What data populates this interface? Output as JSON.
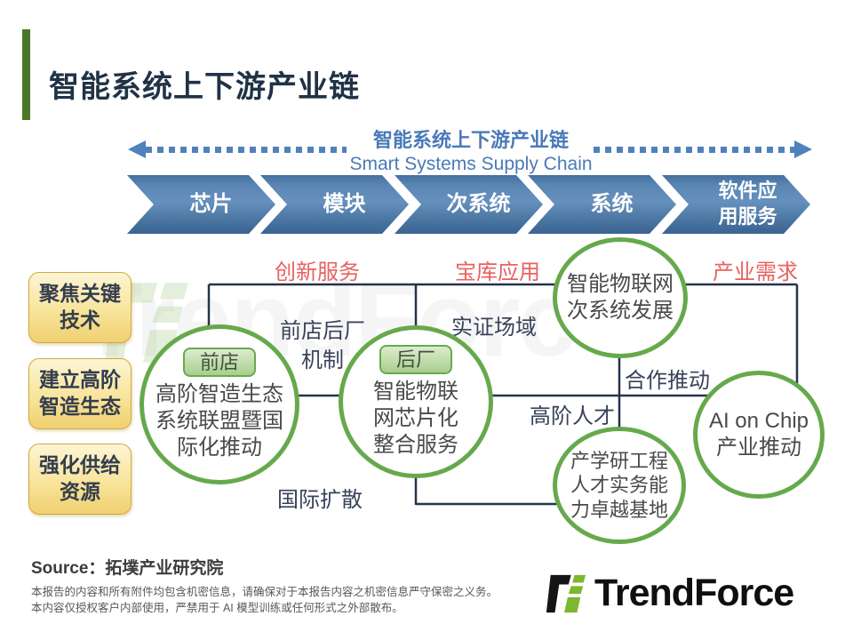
{
  "page": {
    "title": "智能系统上下游产业链"
  },
  "supply_chain": {
    "label_zh": "智能系统上下游产业链",
    "label_en": "Smart Systems Supply Chain",
    "stages": [
      {
        "label": "芯片"
      },
      {
        "label": "模块"
      },
      {
        "label": "次系统"
      },
      {
        "label": "系统"
      },
      {
        "label": "软件应用服务"
      }
    ]
  },
  "category_labels": [
    {
      "text": "创新服务"
    },
    {
      "text": "宝库应用"
    },
    {
      "text": "产业需求"
    }
  ],
  "strategy_boxes": [
    {
      "lines": [
        "聚焦关键",
        "技术"
      ]
    },
    {
      "lines": [
        "建立高阶",
        "智造生态"
      ]
    },
    {
      "lines": [
        "强化供给",
        "资源"
      ]
    }
  ],
  "bubbles": [
    {
      "badge": "前店",
      "lines": [
        "高阶智造生态",
        "系统联盟暨国",
        "际化推动"
      ]
    },
    {
      "badge": "后厂",
      "lines": [
        "智能物联",
        "网芯片化",
        "整合服务"
      ]
    },
    {
      "lines": [
        "智能物联网",
        "次系统发展"
      ]
    },
    {
      "lines": [
        "产学研工程",
        "人才实务能",
        "力卓越基地"
      ]
    },
    {
      "lines": [
        "AI on Chip",
        "产业推动"
      ]
    }
  ],
  "connectors": {
    "front_back": {
      "lines": [
        "前店后厂",
        "机制"
      ]
    },
    "field": "实证场域",
    "cooperation": "合作推动",
    "talent": "高阶人才",
    "international": "国际扩散"
  },
  "footer": {
    "source": "Source：拓墣产业研究院",
    "disclaimer_line1": "本报告的内容和所有附件均包含机密信息，请确保对于本报告内容之机密信息严守保密之义务。",
    "disclaimer_line2": "本内容仅授权客户内部使用，严禁用于 AI 模型训练或任何形式之外部散布。",
    "logo_text": "TrendForce"
  },
  "watermark": {
    "text": "TrendForce"
  },
  "colors": {
    "accent_blue": "#4f81bd",
    "chevron_blue": "#4a76a8",
    "accent_red": "#e86161",
    "circle_green": "#66a94c",
    "line_navy": "#26334d",
    "box_gold_border": "#d0a93f",
    "title_navy": "#203246",
    "header_bar_green": "#4a7729",
    "logo_green": "#7cb82f"
  }
}
